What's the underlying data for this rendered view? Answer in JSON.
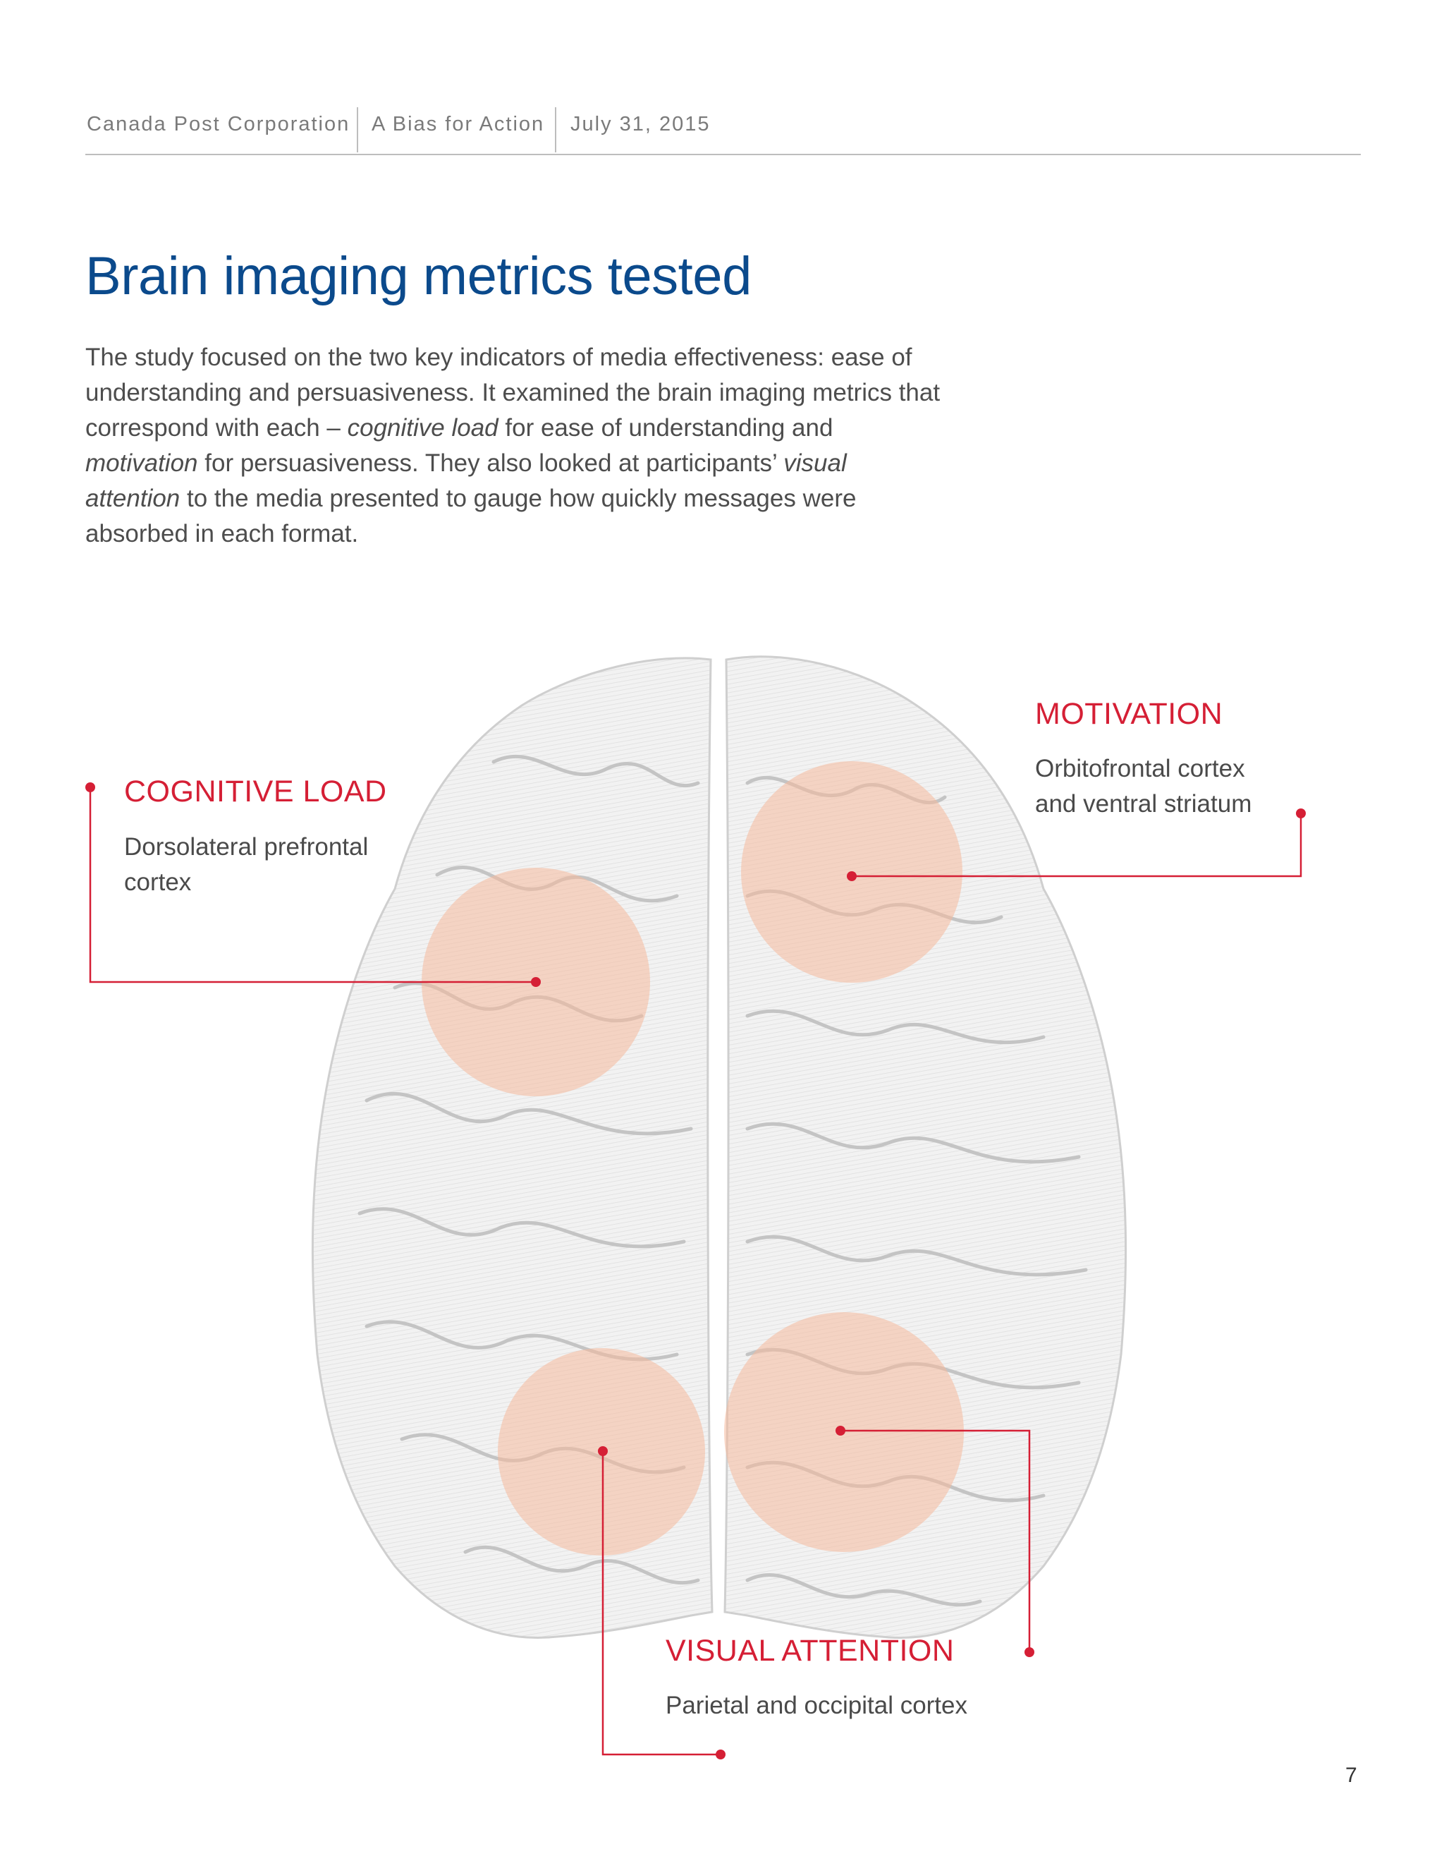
{
  "header": {
    "org": "Canada Post Corporation",
    "report": "A Bias for Action",
    "date": "July 31, 2015"
  },
  "title": "Brain imaging metrics tested",
  "intro": {
    "p1": "The study focused on the two key indicators of media effectiveness: ease of understanding and persuasiveness. It examined the brain imaging metrics that correspond with each – ",
    "em1": "cognitive load",
    "p2": " for ease of understanding and ",
    "em2": "motivation",
    "p3": " for persuasiveness. They also looked at participants’ ",
    "em3": "visual attention",
    "p4": " to the media presented to gauge how quickly messages were absorbed in each format."
  },
  "callouts": {
    "cognitive": {
      "title": "COGNITIVE LOAD",
      "desc1": "Dorsolateral prefrontal",
      "desc2": "cortex"
    },
    "motivation": {
      "title": "MOTIVATION",
      "desc1": "Orbitofrontal cortex",
      "desc2": "and ventral striatum"
    },
    "visual": {
      "title": "VISUAL ATTENTION",
      "desc1": "Parietal and occipital cortex"
    }
  },
  "colors": {
    "accent_red": "#d51f35",
    "title_blue": "#0b4a8c",
    "highlight": "#f6c7b0"
  },
  "page_number": "7"
}
